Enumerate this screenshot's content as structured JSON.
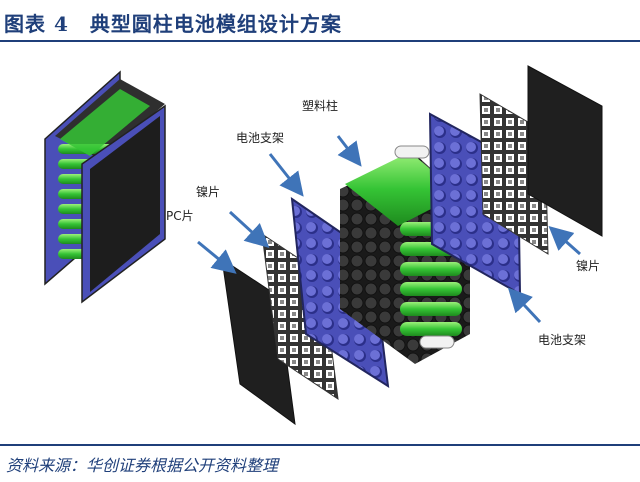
{
  "title": "图表 4　典型圆柱电池模组设计方案",
  "source": "资料来源：华创证券根据公开资料整理",
  "labels": {
    "plastic_post": "塑料柱",
    "battery_holder_top": "电池支架",
    "nickel_left": "镍片",
    "pc_sheet": "PC片",
    "nickel_right": "镍片",
    "battery_holder_bottom": "电池支架"
  },
  "colors": {
    "heading": "#1f3f7a",
    "holder": "#4a4fb8",
    "cell": "#35c435",
    "arrow": "#3f74b8",
    "pc": "#222222"
  }
}
